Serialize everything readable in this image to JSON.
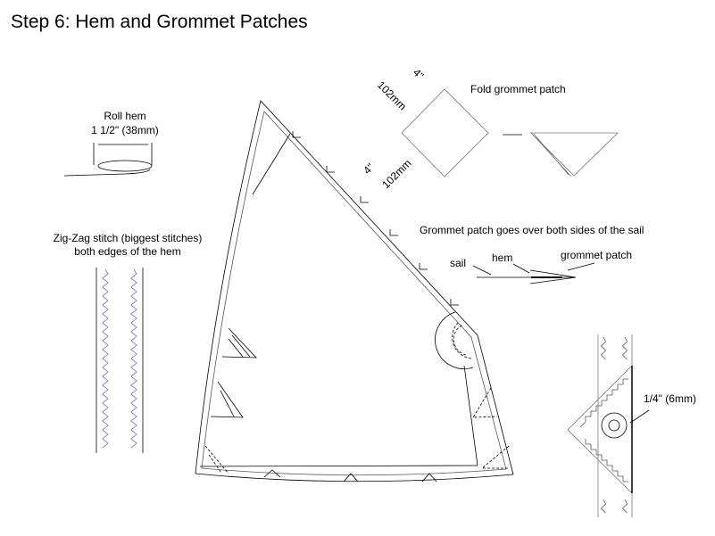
{
  "title": "Step 6: Hem and Grommet Patches",
  "roll_hem": {
    "label": "Roll hem",
    "size": "1 1/2\" (38mm)"
  },
  "zigzag": {
    "line1": "Zig-Zag stitch (biggest stitches)",
    "line2": "both edges of the hem"
  },
  "patch": {
    "fold_label": "Fold grommet patch",
    "dim_in": "4\"",
    "dim_mm": "102mm"
  },
  "over_sides": {
    "label": "Grommet patch goes over both sides of the sail",
    "sail": "sail",
    "hem": "hem",
    "grommet_patch": "grommet patch"
  },
  "grommet": {
    "size": "1/4\" (6mm)"
  },
  "colors": {
    "stitch": "#6666cc",
    "line": "#000000",
    "grey": "#999999"
  }
}
